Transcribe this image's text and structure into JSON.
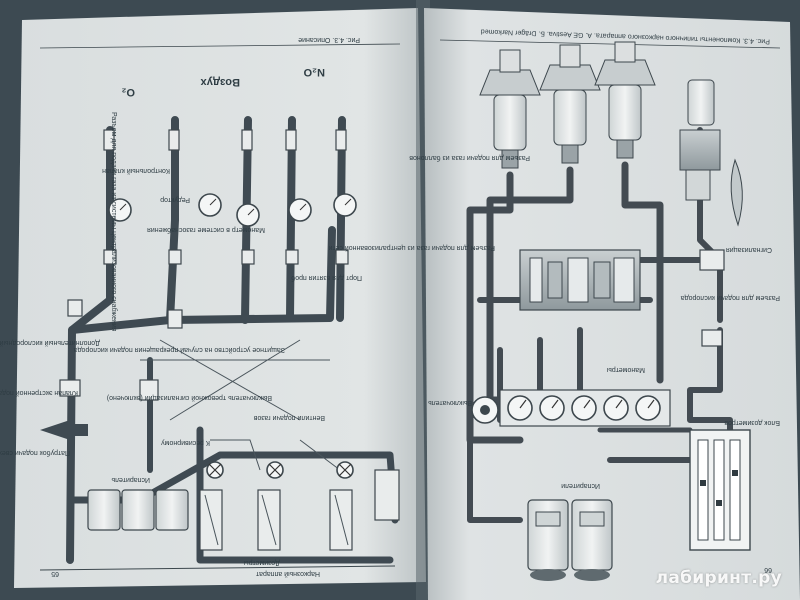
{
  "photo": {
    "subject": "Open textbook spread showing anesthesia machine schematics",
    "colors": {
      "background": "#3d4a52",
      "page": "#dde2e3",
      "ink": "#2f3d44",
      "pipe": "#3f4a52"
    }
  },
  "left_page": {
    "figure_caption": "Рис. 4.3. Описание",
    "header_right": "Наркозный аппарат",
    "page_number": "65",
    "gas_labels": {
      "o2": "O₂",
      "air": "Воздух",
      "n2o": "N₂O"
    },
    "labels": [
      "Разъем для подачи газа из системы централизованного снабжения",
      "Контрольный клапан",
      "Манометр в системе газоснабжения",
      "Редуктор",
      "Порт для взятия проб",
      "Защитное устройство на случай прекращения подачи кислорода",
      "Выключатель тревожной сигнализации (включено)",
      "Испаритель",
      "Вентили подачи газов",
      "К ресивирному",
      "Дозиметры",
      "Клапан экстренной подачи кислорода",
      "Дополнительный кислородный дозиметр (закрыт)",
      "Патрубок подачи свежей газовой смеси"
    ]
  },
  "right_page": {
    "figure_caption": "Рис. 4.3. Компоненты типичного наркозного аппарата. А. GE Aestiva. Б. Dräger Narkomed",
    "page_number": "66",
    "labels": [
      "Разъем для подачи газа из баллонов",
      "Манометры",
      "Испарители",
      "Блок дозиметров",
      "Выключатель",
      "Разъем для подачи кислорода",
      "Сигнализация",
      "Разъем для подачи газа из централизованной сети"
    ]
  },
  "watermark": "лабиринт.ру"
}
